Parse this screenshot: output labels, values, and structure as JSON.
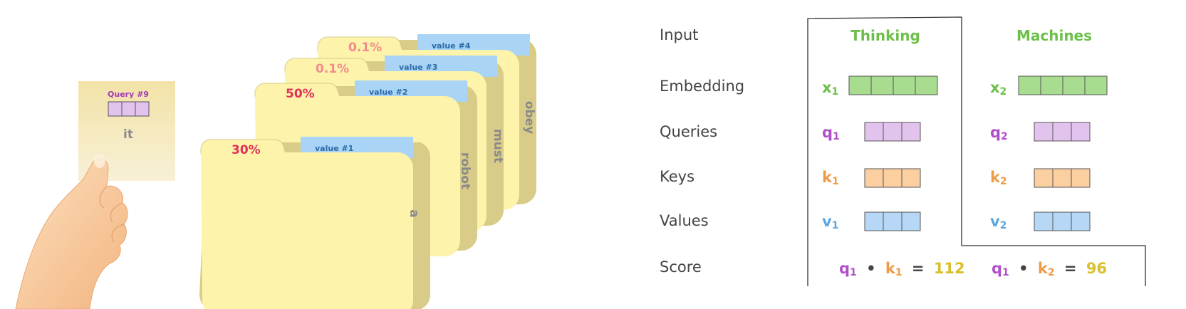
{
  "query_card": {
    "title": "Query #9",
    "word": "it",
    "title_color": "#a23bb3",
    "card_color": "#f6e6ad",
    "cell_color": "#e2c3ee"
  },
  "folders": [
    {
      "percent": "30%",
      "value_label": "value #1",
      "key": "a",
      "percent_color": "#e0315b"
    },
    {
      "percent": "50%",
      "value_label": "value #2",
      "key": "robot",
      "percent_color": "#e0315b"
    },
    {
      "percent": "0.1%",
      "value_label": "value #3",
      "key": "must",
      "percent_color": "#f28b8b"
    },
    {
      "percent": "0.1%",
      "value_label": "value #4",
      "key": "obey",
      "percent_color": "#f28b8b"
    }
  ],
  "folder_color": "#fdf3aa",
  "folder_edge_color": "#d9cc88",
  "tab_color": "#a9d4f5",
  "tab_text_color": "#2c6aa8",
  "table": {
    "row_labels": [
      "Input",
      "Embedding",
      "Queries",
      "Keys",
      "Values",
      "Score"
    ],
    "columns": [
      {
        "word": "Thinking",
        "x": "x",
        "q": "q",
        "k": "k",
        "v": "v",
        "sub": "1",
        "score": {
          "q": "q",
          "q_sub": "1",
          "dot": "•",
          "k": "k",
          "k_sub": "1",
          "eq": "=",
          "value": "112"
        }
      },
      {
        "word": "Machines",
        "x": "x",
        "q": "q",
        "k": "k",
        "v": "v",
        "sub": "2",
        "score": {
          "q": "q",
          "q_sub": "1",
          "dot": "•",
          "k": "k",
          "k_sub": "2",
          "eq": "=",
          "value": "96"
        }
      }
    ],
    "colors": {
      "word": "#6cc04a",
      "embedding": "#a8dd8f",
      "query": "#b04fc9",
      "query_cell": "#e2c3ee",
      "key": "#ef9b45",
      "key_cell": "#fbcfa0",
      "value": "#5aa7e0",
      "value_cell": "#b6d8f6",
      "score_value": "#d9c02e"
    }
  },
  "icons": [
    "hand-icon",
    "folder-icon"
  ]
}
